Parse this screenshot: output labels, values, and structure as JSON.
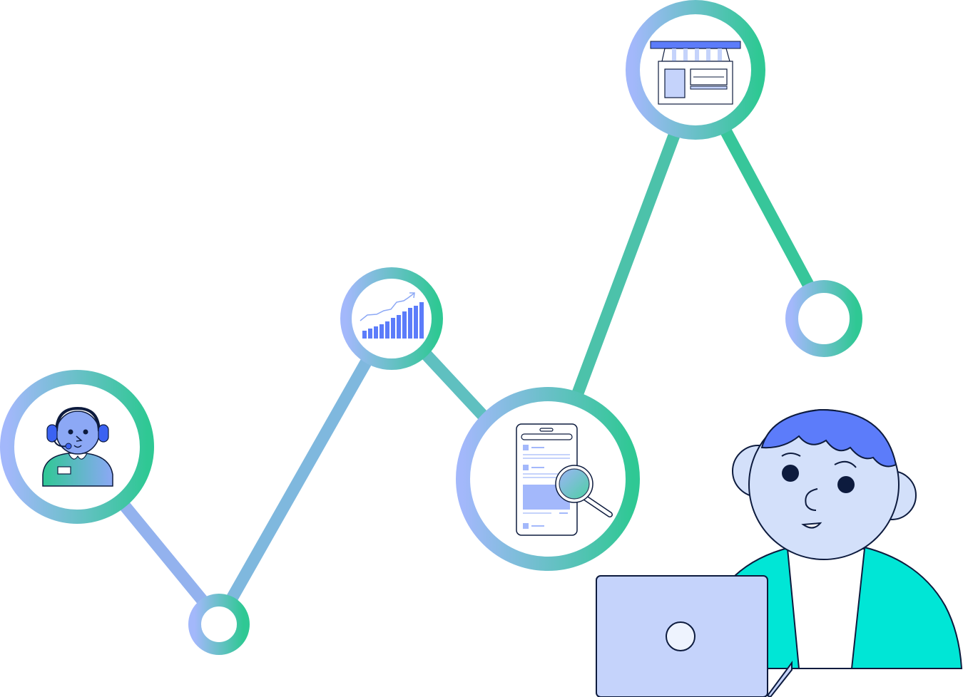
{
  "illustration": {
    "kind": "customer-journey-path",
    "colors": {
      "gradient_start": "#A3B8FB",
      "gradient_end": "#2FC894",
      "path": "#4CC2AA",
      "icon_blue": "#5C7CFA",
      "light_blue": "#C5D3FB",
      "face": "#D3E0FA",
      "jacket": "#00E6D6",
      "outline": "#0D1B3E"
    },
    "nodes": [
      {
        "name": "support-agent-node",
        "icon": "support-agent-icon"
      },
      {
        "name": "small-node-1",
        "icon": ""
      },
      {
        "name": "growth-chart-node",
        "icon": "growth-chart-icon"
      },
      {
        "name": "mobile-search-node",
        "icon": "mobile-search-icon"
      },
      {
        "name": "storefront-node",
        "icon": "storefront-icon"
      },
      {
        "name": "small-node-2",
        "icon": ""
      }
    ],
    "person": {
      "name": "person-at-laptop",
      "icons": [
        "laptop-icon"
      ]
    }
  }
}
